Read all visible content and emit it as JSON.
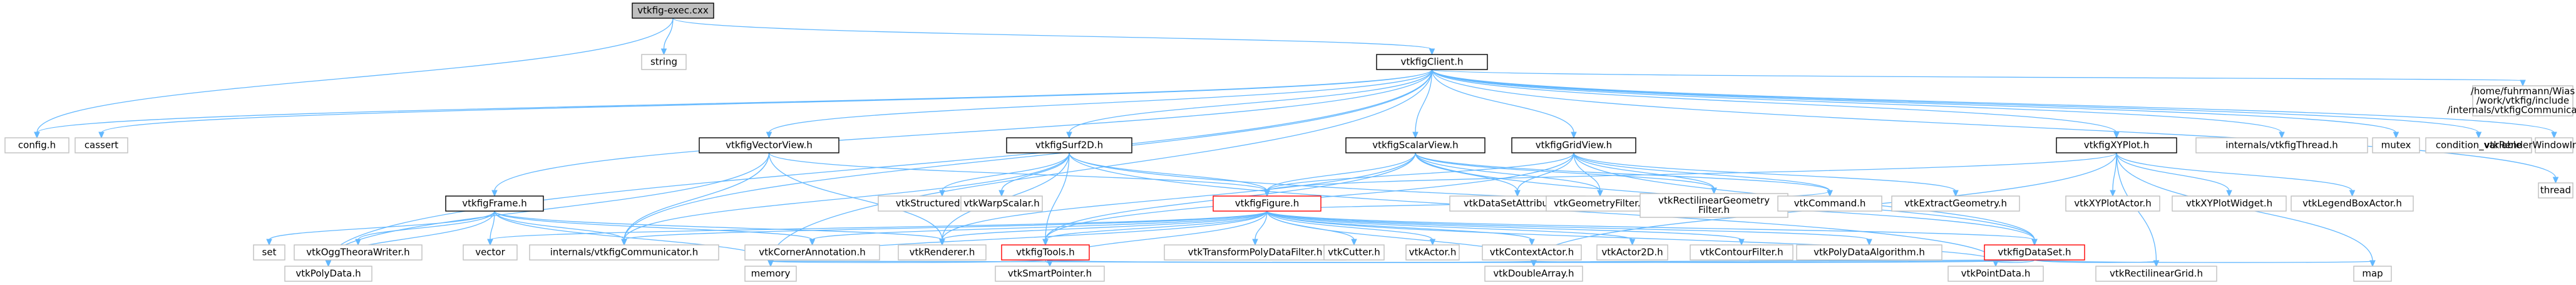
{
  "title": "vtkfig-exec.cxx",
  "colors": {
    "edge": "#63b8ff",
    "node_border": "#bfbfbf",
    "node_fill": "#ffffff",
    "root_fill": "#bfbfbf",
    "root_border": "#000000",
    "highlight_border": "#ff0000"
  },
  "nodes": [
    {
      "id": "exec",
      "lines": [
        "vtkfig-exec.cxx"
      ],
      "style": "root"
    },
    {
      "id": "string",
      "lines": [
        "string"
      ]
    },
    {
      "id": "client",
      "lines": [
        "vtkfigClient.h"
      ],
      "style": "bold"
    },
    {
      "id": "config",
      "lines": [
        "config.h"
      ]
    },
    {
      "id": "cassert",
      "lines": [
        "cassert"
      ]
    },
    {
      "id": "vectorview",
      "lines": [
        "vtkfigVectorView.h"
      ],
      "style": "bold"
    },
    {
      "id": "surf2d",
      "lines": [
        "vtkfigSurf2D.h"
      ],
      "style": "bold"
    },
    {
      "id": "scalarview",
      "lines": [
        "vtkfigScalarView.h"
      ],
      "style": "bold"
    },
    {
      "id": "gridview",
      "lines": [
        "vtkfigGridView.h"
      ],
      "style": "bold"
    },
    {
      "id": "xyplot",
      "lines": [
        "vtkfigXYPlot.h"
      ],
      "style": "bold"
    },
    {
      "id": "thread",
      "lines": [
        "internals/vtkfigThread.h"
      ]
    },
    {
      "id": "mutex",
      "lines": [
        "mutex"
      ]
    },
    {
      "id": "condvar",
      "lines": [
        "condition_variable"
      ]
    },
    {
      "id": "renderwin",
      "lines": [
        "vtkRenderWindowInteractor.h"
      ]
    },
    {
      "id": "communicatorpath",
      "lines": [
        "/home/fuhrmann/Wias",
        "/work/vtkfig/include",
        "/internals/vtkfigCommunicator.h"
      ]
    },
    {
      "id": "threadstd",
      "lines": [
        "thread"
      ]
    },
    {
      "id": "frame",
      "lines": [
        "vtkfigFrame.h"
      ],
      "style": "bold"
    },
    {
      "id": "figure",
      "lines": [
        "vtkfigFigure.h"
      ],
      "style": "highlight"
    },
    {
      "id": "structgrid",
      "lines": [
        "vtkStructuredGrid.h"
      ]
    },
    {
      "id": "warpscalar",
      "lines": [
        "vtkWarpScalar.h"
      ]
    },
    {
      "id": "dsattr",
      "lines": [
        "vtkDataSetAttributes.h"
      ]
    },
    {
      "id": "geomfilter",
      "lines": [
        "vtkGeometryFilter.h"
      ]
    },
    {
      "id": "rectgeomfilter",
      "lines": [
        "vtkRectilinearGeometry",
        "Filter.h"
      ]
    },
    {
      "id": "command",
      "lines": [
        "vtkCommand.h"
      ]
    },
    {
      "id": "extractgeom",
      "lines": [
        "vtkExtractGeometry.h"
      ]
    },
    {
      "id": "xyplotactor",
      "lines": [
        "vtkXYPlotActor.h"
      ]
    },
    {
      "id": "xyplotwidget",
      "lines": [
        "vtkXYPlotWidget.h"
      ]
    },
    {
      "id": "legendbox",
      "lines": [
        "vtkLegendBoxActor.h"
      ]
    },
    {
      "id": "set",
      "lines": [
        "set"
      ]
    },
    {
      "id": "oggtheora",
      "lines": [
        "vtkOggTheoraWriter.h"
      ]
    },
    {
      "id": "vector",
      "lines": [
        "vector"
      ]
    },
    {
      "id": "commint",
      "lines": [
        "internals/vtkfigCommunicator.h"
      ]
    },
    {
      "id": "cornerann",
      "lines": [
        "vtkCornerAnnotation.h"
      ]
    },
    {
      "id": "renderer",
      "lines": [
        "vtkRenderer.h"
      ]
    },
    {
      "id": "tools",
      "lines": [
        "vtkfigTools.h"
      ],
      "style": "highlight"
    },
    {
      "id": "transformpoly",
      "lines": [
        "vtkTransformPolyDataFilter.h"
      ]
    },
    {
      "id": "cutter",
      "lines": [
        "vtkCutter.h"
      ]
    },
    {
      "id": "actor",
      "lines": [
        "vtkActor.h"
      ]
    },
    {
      "id": "contextactor",
      "lines": [
        "vtkContextActor.h"
      ]
    },
    {
      "id": "actor2d",
      "lines": [
        "vtkActor2D.h"
      ]
    },
    {
      "id": "contourfilter",
      "lines": [
        "vtkContourFilter.h"
      ]
    },
    {
      "id": "polyalgo",
      "lines": [
        "vtkPolyDataAlgorithm.h"
      ]
    },
    {
      "id": "dataset",
      "lines": [
        "vtkfigDataSet.h"
      ],
      "style": "highlight"
    },
    {
      "id": "polydata",
      "lines": [
        "vtkPolyData.h"
      ]
    },
    {
      "id": "memory",
      "lines": [
        "memory"
      ]
    },
    {
      "id": "smartptr",
      "lines": [
        "vtkSmartPointer.h"
      ]
    },
    {
      "id": "doublearray",
      "lines": [
        "vtkDoubleArray.h"
      ]
    },
    {
      "id": "pointdata",
      "lines": [
        "vtkPointData.h"
      ]
    },
    {
      "id": "rectgrid",
      "lines": [
        "vtkRectilinearGrid.h"
      ]
    },
    {
      "id": "map",
      "lines": [
        "map"
      ]
    }
  ],
  "edges": [
    [
      "exec",
      "string"
    ],
    [
      "exec",
      "client"
    ],
    [
      "exec",
      "config"
    ],
    [
      "client",
      "config"
    ],
    [
      "client",
      "cassert"
    ],
    [
      "client",
      "vectorview"
    ],
    [
      "client",
      "surf2d"
    ],
    [
      "client",
      "scalarview"
    ],
    [
      "client",
      "gridview"
    ],
    [
      "client",
      "xyplot"
    ],
    [
      "client",
      "thread"
    ],
    [
      "client",
      "mutex"
    ],
    [
      "client",
      "condvar"
    ],
    [
      "client",
      "renderwin"
    ],
    [
      "client",
      "communicatorpath"
    ],
    [
      "client",
      "threadstd"
    ],
    [
      "client",
      "frame"
    ],
    [
      "client",
      "commint"
    ],
    [
      "client",
      "polydata"
    ],
    [
      "client",
      "memory"
    ],
    [
      "vectorview",
      "figure"
    ],
    [
      "vectorview",
      "commint"
    ],
    [
      "vectorview",
      "renderer"
    ],
    [
      "vectorview",
      "polydata"
    ],
    [
      "surf2d",
      "figure"
    ],
    [
      "surf2d",
      "structgrid"
    ],
    [
      "surf2d",
      "warpscalar"
    ],
    [
      "surf2d",
      "commint"
    ],
    [
      "surf2d",
      "renderer"
    ],
    [
      "surf2d",
      "tools"
    ],
    [
      "surf2d",
      "dataset"
    ],
    [
      "surf2d",
      "pointdata"
    ],
    [
      "scalarview",
      "figure"
    ],
    [
      "scalarview",
      "dsattr"
    ],
    [
      "scalarview",
      "geomfilter"
    ],
    [
      "scalarview",
      "rectgeomfilter"
    ],
    [
      "scalarview",
      "command"
    ],
    [
      "scalarview",
      "tools"
    ],
    [
      "scalarview",
      "dataset"
    ],
    [
      "scalarview",
      "renderer"
    ],
    [
      "gridview",
      "figure"
    ],
    [
      "gridview",
      "dsattr"
    ],
    [
      "gridview",
      "geomfilter"
    ],
    [
      "gridview",
      "rectgeomfilter"
    ],
    [
      "gridview",
      "command"
    ],
    [
      "gridview",
      "extractgeom"
    ],
    [
      "gridview",
      "tools"
    ],
    [
      "gridview",
      "dataset"
    ],
    [
      "xyplot",
      "figure"
    ],
    [
      "xyplot",
      "xyplotactor"
    ],
    [
      "xyplot",
      "xyplotwidget"
    ],
    [
      "xyplot",
      "legendbox"
    ],
    [
      "xyplot",
      "doublearray"
    ],
    [
      "xyplot",
      "rectgrid"
    ],
    [
      "xyplot",
      "map"
    ],
    [
      "frame",
      "set"
    ],
    [
      "frame",
      "oggtheora"
    ],
    [
      "frame",
      "vector"
    ],
    [
      "frame",
      "commint"
    ],
    [
      "frame",
      "cornerann"
    ],
    [
      "frame",
      "renderer"
    ],
    [
      "frame",
      "polydata"
    ],
    [
      "frame",
      "memory"
    ],
    [
      "figure",
      "vector"
    ],
    [
      "figure",
      "commint"
    ],
    [
      "figure",
      "cornerann"
    ],
    [
      "figure",
      "renderer"
    ],
    [
      "figure",
      "tools"
    ],
    [
      "figure",
      "transformpoly"
    ],
    [
      "figure",
      "cutter"
    ],
    [
      "figure",
      "actor"
    ],
    [
      "figure",
      "contextactor"
    ],
    [
      "figure",
      "actor2d"
    ],
    [
      "figure",
      "contourfilter"
    ],
    [
      "figure",
      "polyalgo"
    ],
    [
      "figure",
      "dataset"
    ],
    [
      "figure",
      "memory"
    ],
    [
      "figure",
      "smartptr"
    ],
    [
      "figure",
      "doublearray"
    ],
    [
      "figure",
      "command"
    ],
    [
      "figure",
      "pointdata"
    ],
    [
      "tools",
      "smartptr"
    ],
    [
      "tools",
      "memory"
    ],
    [
      "tools",
      "doublearray"
    ],
    [
      "dataset",
      "memory"
    ],
    [
      "dataset",
      "smartptr"
    ],
    [
      "dataset",
      "doublearray"
    ],
    [
      "dataset",
      "pointdata"
    ],
    [
      "dataset",
      "rectgrid"
    ],
    [
      "dataset",
      "map"
    ]
  ]
}
